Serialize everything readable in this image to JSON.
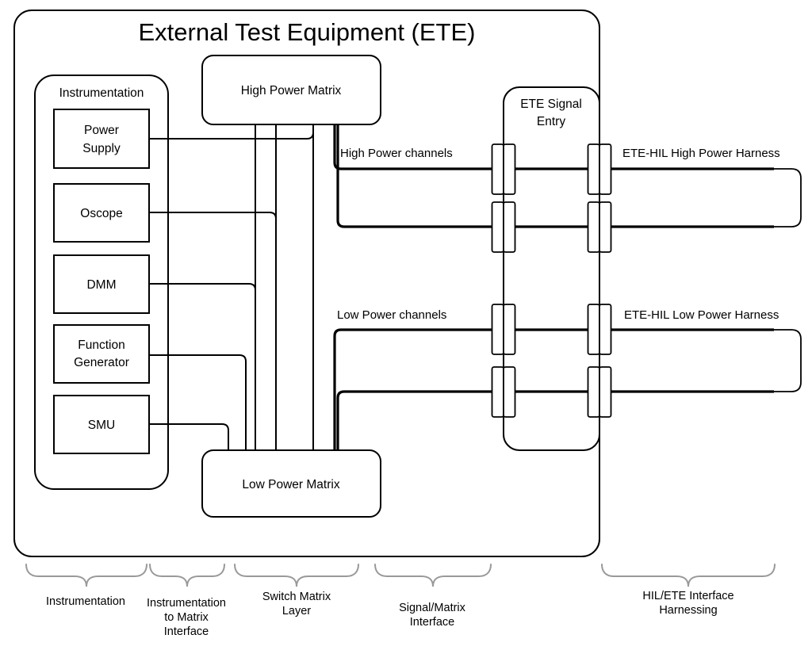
{
  "colors": {
    "line": "#000000",
    "brace": "#999999",
    "background": "#ffffff"
  },
  "ete": {
    "title": "External Test Equipment (ETE)"
  },
  "instrumentation": {
    "label": "Instrumentation",
    "power_supply": {
      "line1": "Power",
      "line2": "Supply"
    },
    "oscope": {
      "label": "Oscope"
    },
    "dmm": {
      "label": "DMM"
    },
    "function_generator": {
      "line1": "Function",
      "line2": "Generator"
    },
    "smu": {
      "label": "SMU"
    }
  },
  "matrices": {
    "high_power": {
      "label": "High Power Matrix"
    },
    "low_power": {
      "label": "Low Power Matrix"
    }
  },
  "signal_entry": {
    "line1": "ETE Signal",
    "line2": "Entry"
  },
  "channels": {
    "high": "High Power channels",
    "low": "Low Power channels"
  },
  "harnesses": {
    "high": "ETE-HIL High Power Harness",
    "low": "ETE-HIL Low Power Harness"
  },
  "layers": {
    "instrumentation": {
      "line1": "Instrumentation"
    },
    "instrumentation_to_matrix": {
      "line1": "Instrumentation",
      "line2": "to Matrix",
      "line3": "Interface"
    },
    "switch_matrix": {
      "line1": "Switch Matrix",
      "line2": "Layer"
    },
    "signal_matrix": {
      "line1": "Signal/Matrix",
      "line2": "Interface"
    },
    "hil_ete": {
      "line1": "HIL/ETE Interface",
      "line2": "Harnessing"
    }
  }
}
